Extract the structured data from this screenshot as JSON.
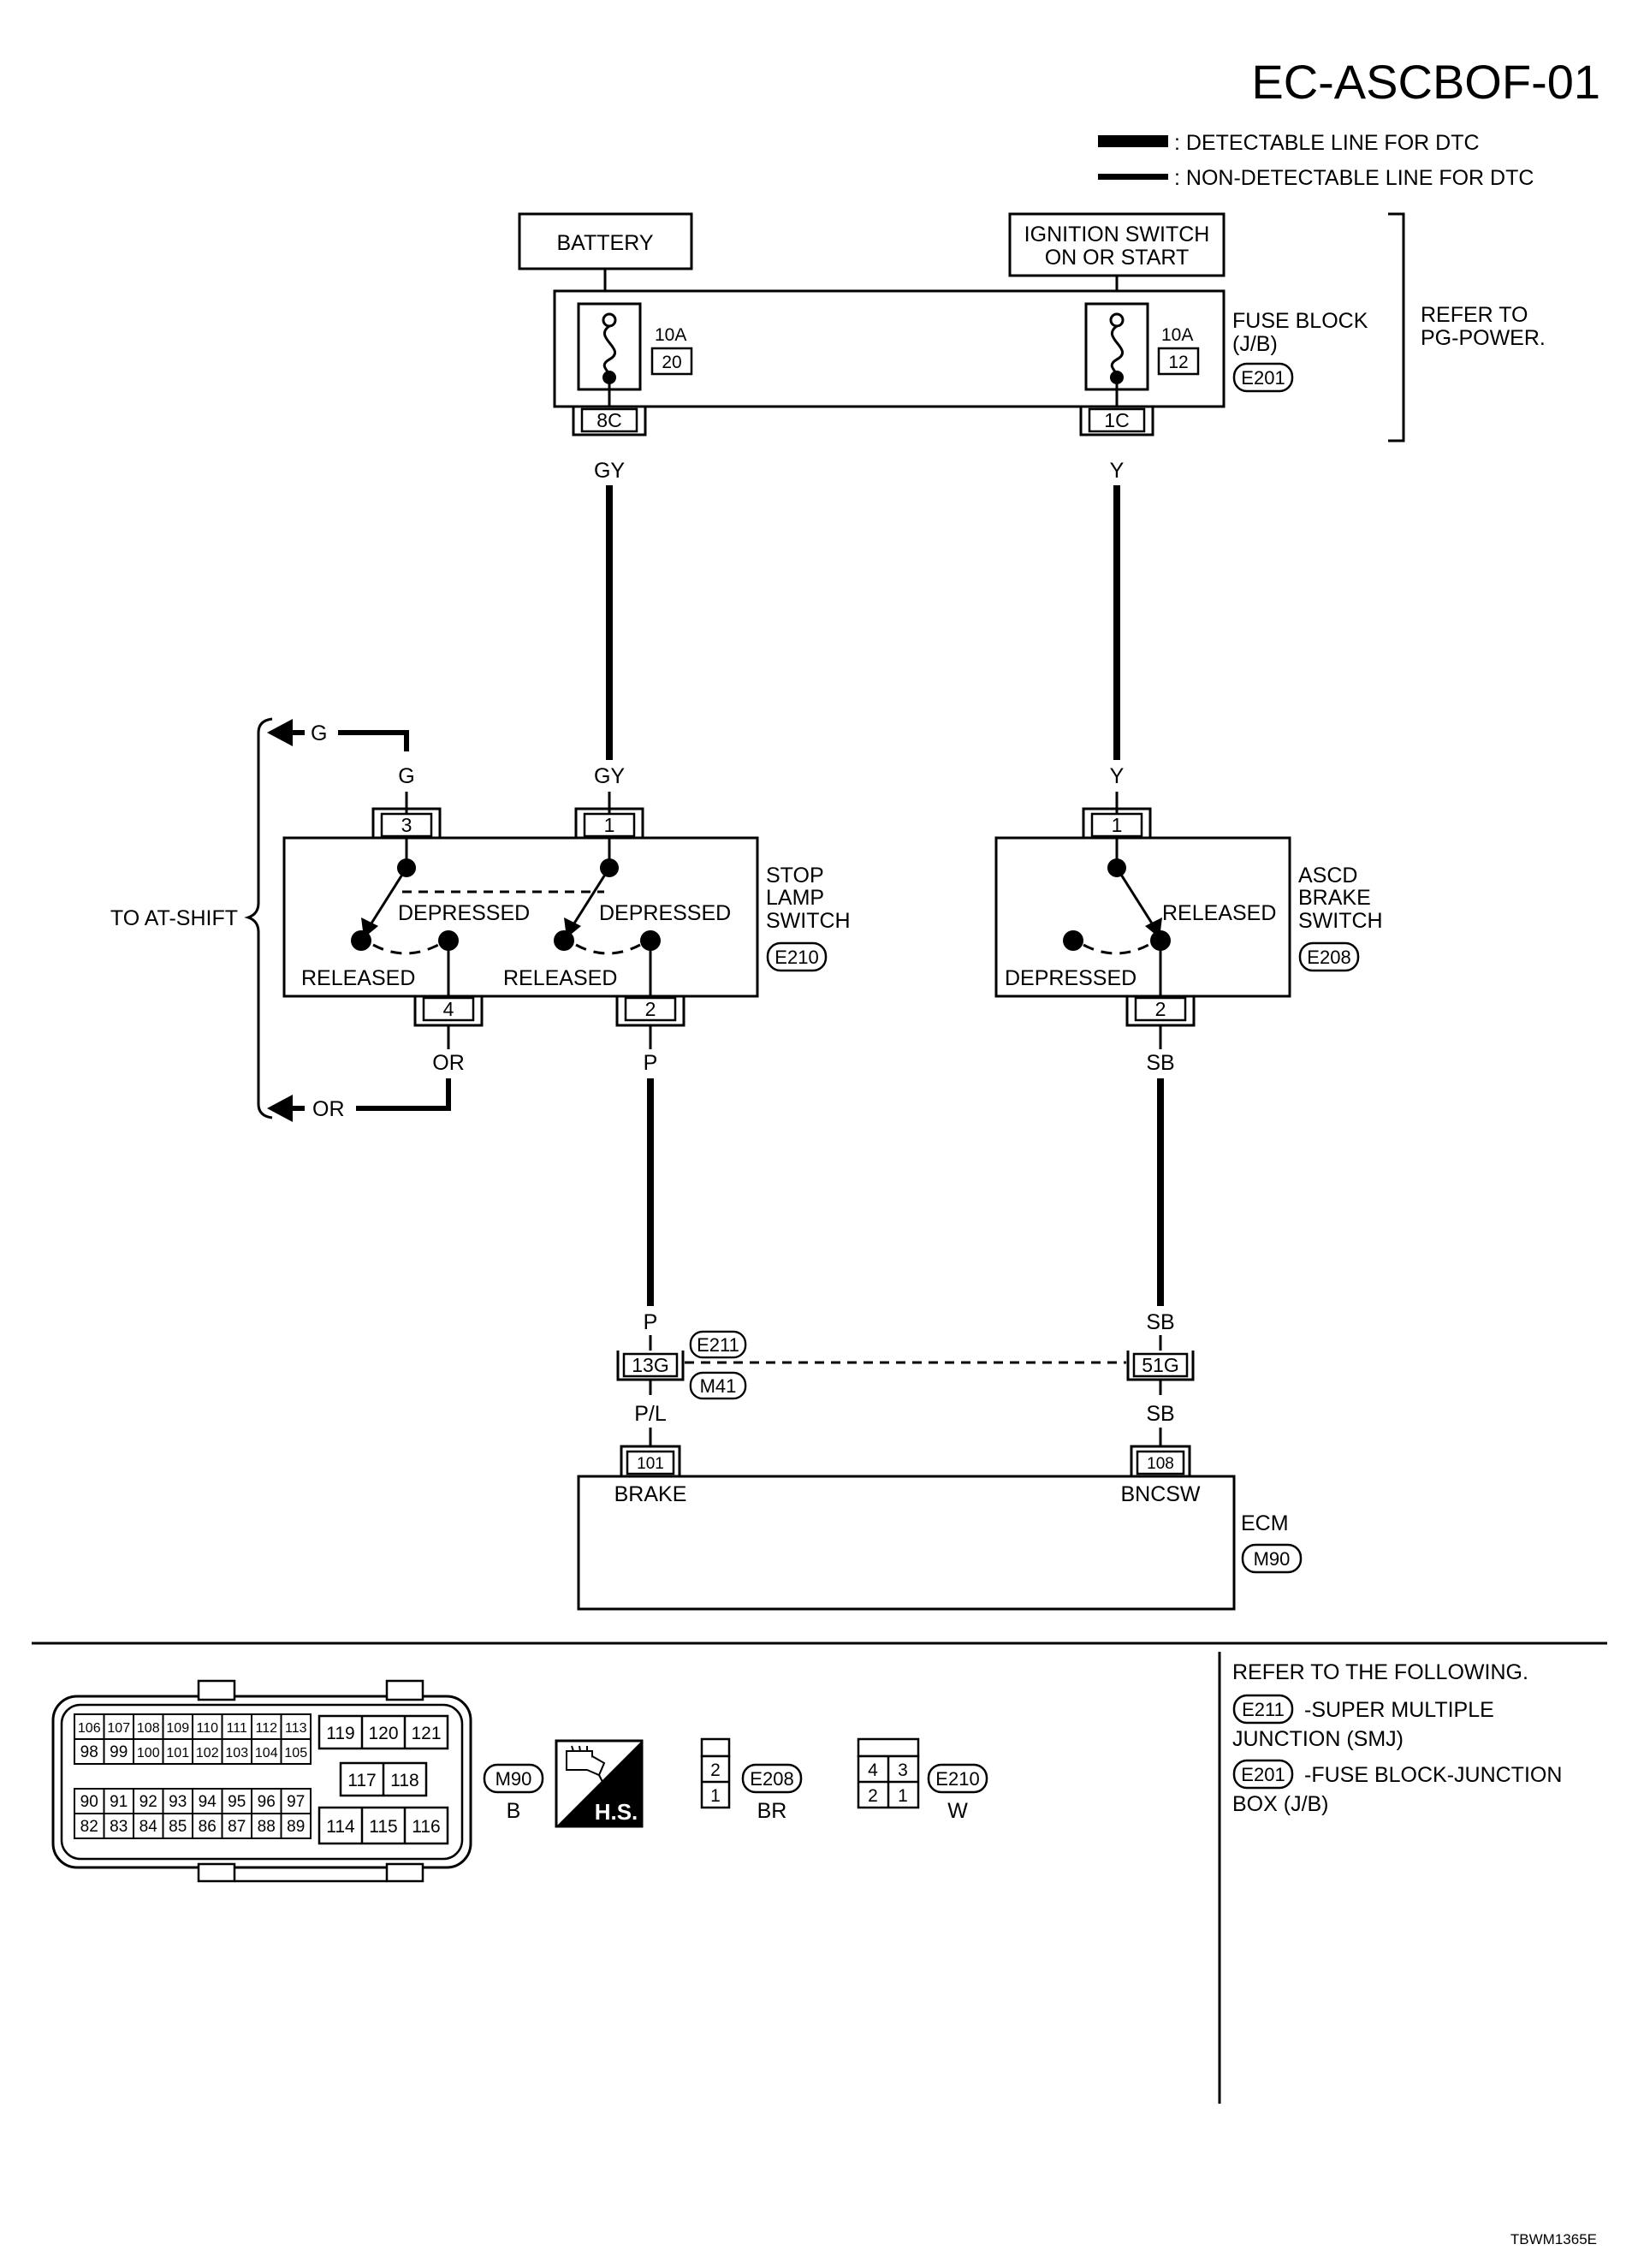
{
  "title": "EC-ASCBOF-01",
  "legend": {
    "detectable": ": DETECTABLE LINE FOR DTC",
    "non_detectable": ": NON-DETECTABLE LINE FOR DTC"
  },
  "battery": "BATTERY",
  "ignition": {
    "line1": "IGNITION SWITCH",
    "line2": "ON OR START"
  },
  "fuse_block": {
    "label1": "FUSE BLOCK",
    "label2": "(J/B)",
    "connector": "E201",
    "fuse_left": {
      "rating": "10A",
      "number": "20"
    },
    "fuse_right": {
      "rating": "10A",
      "number": "12"
    },
    "term_left": "8C",
    "term_right": "1C"
  },
  "refer_to": {
    "line1": "REFER TO",
    "line2": "PG-POWER."
  },
  "wires": {
    "gy": "GY",
    "y": "Y",
    "g": "G",
    "or": "OR",
    "p": "P",
    "sb": "SB",
    "pl": "P/L"
  },
  "at_shift": "TO AT-SHIFT",
  "stop_lamp": {
    "line1": "STOP",
    "line2": "LAMP",
    "line3": "SWITCH",
    "connector": "E210",
    "pin3": "3",
    "pin1": "1",
    "pin4": "4",
    "pin2": "2",
    "depressed_a": "DEPRESSED",
    "depressed_b": "DEPRESSED",
    "released_a": "RELEASED",
    "released_b": "RELEASED"
  },
  "ascd": {
    "line1": "ASCD",
    "line2": "BRAKE",
    "line3": "SWITCH",
    "connector": "E208",
    "pin1": "1",
    "pin2": "2",
    "released": "RELEASED",
    "depressed": "DEPRESSED"
  },
  "junction": {
    "conn_top": "E211",
    "conn_bottom": "M41",
    "term_left": "13G",
    "term_right": "51G"
  },
  "ecm": {
    "label": "ECM",
    "connector": "M90",
    "pin_left": "101",
    "pin_right": "108",
    "sig_left": "BRAKE",
    "sig_right": "BNCSW"
  },
  "connectors": {
    "m90_rows": [
      [
        "106",
        "107",
        "108",
        "109",
        "110",
        "111",
        "112",
        "113"
      ],
      [
        "98",
        "99",
        "100",
        "101",
        "102",
        "103",
        "104",
        "105"
      ],
      [
        "90",
        "91",
        "92",
        "93",
        "94",
        "95",
        "96",
        "97"
      ],
      [
        "82",
        "83",
        "84",
        "85",
        "86",
        "87",
        "88",
        "89"
      ]
    ],
    "m90_right_top": [
      "119",
      "120",
      "121"
    ],
    "m90_right_mid": [
      "117",
      "118"
    ],
    "m90_right_bot": [
      "114",
      "115",
      "116"
    ],
    "m90_tag": "M90",
    "m90_color": "B",
    "hs": "H.S.",
    "e208_pins": [
      "2",
      "1"
    ],
    "e208_tag": "E208",
    "e208_color": "BR",
    "e210_pins": [
      "4",
      "3",
      "2",
      "1"
    ],
    "e210_tag": "E210",
    "e210_color": "W"
  },
  "refer_following": {
    "heading": "REFER TO THE FOLLOWING.",
    "e211_tag": "E211",
    "e211_line1": "-SUPER MULTIPLE",
    "e211_line2": "JUNCTION (SMJ)",
    "e201_tag": "E201",
    "e201_line1": "-FUSE BLOCK-JUNCTION",
    "e201_line2": "BOX (J/B)"
  },
  "footer_code": "TBWM1365E"
}
